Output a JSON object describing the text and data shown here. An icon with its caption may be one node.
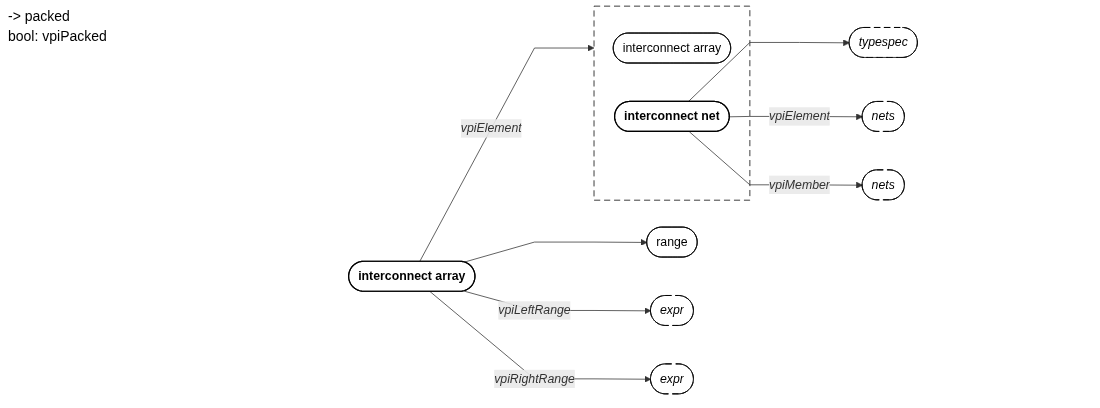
{
  "diagram": {
    "nodes": [
      {
        "text": [
          "interconnect array"
        ],
        "beside": [
          "-> packed",
          "bool: vpiPacked"
        ]
      },
      {
        "text": [
          "range"
        ]
      },
      {
        "text": [
          "expr"
        ]
      },
      {
        "text": [
          "expr"
        ]
      },
      {
        "text": [],
        "shape": "box"
      },
      {
        "text": [
          "interconnect array"
        ],
        "in": 4
      },
      {
        "text": [
          "interconnect net"
        ],
        "in": 4
      },
      {
        "text": [
          "typespec"
        ]
      },
      {
        "text": [
          "nets"
        ]
      },
      {
        "text": [
          "nets"
        ]
      }
    ],
    "edges": [
      {
        "from": 0,
        "to": 1,
        "arrow": "to"
      },
      {
        "from": 0,
        "to": 2,
        "arrow": "to",
        "label": "vpiLeftRange"
      },
      {
        "from": 0,
        "to": 3,
        "arrow": "to",
        "label": "vpiRightRange"
      },
      {
        "from": 0,
        "to": 4,
        "arrow": "to",
        "label": "vpiElement"
      },
      {
        "from": 6,
        "to": 7,
        "arrow": "to"
      },
      {
        "from": 6,
        "to": 8,
        "arrow": "to",
        "label": "vpiElement"
      },
      {
        "from": 6,
        "to": 9,
        "arrow": "to",
        "label": "vpiMember"
      }
    ]
  }
}
